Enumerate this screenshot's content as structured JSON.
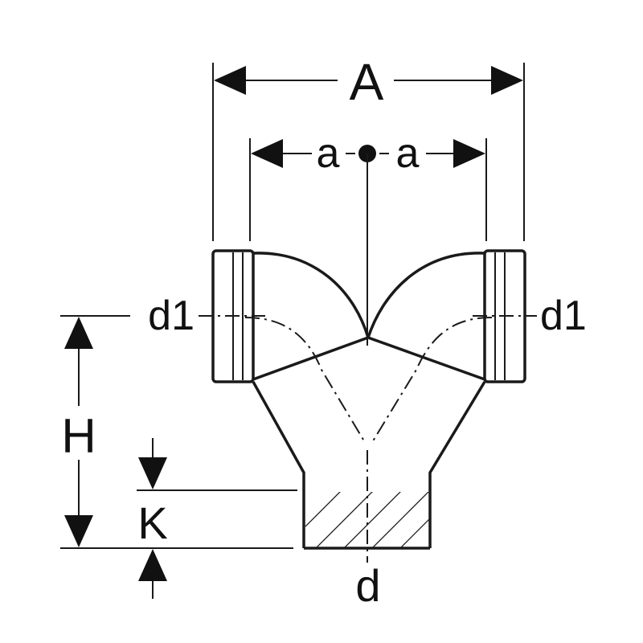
{
  "labels": {
    "overall_width": "A",
    "half_spacing_left": "a",
    "half_spacing_right": "a",
    "inlet_diameter_left": "d1",
    "inlet_diameter_right": "d1",
    "height": "H",
    "socket_depth": "K",
    "outlet_diameter": "d"
  },
  "colors": {
    "line": "#1a1a1a",
    "background": "#ffffff"
  }
}
